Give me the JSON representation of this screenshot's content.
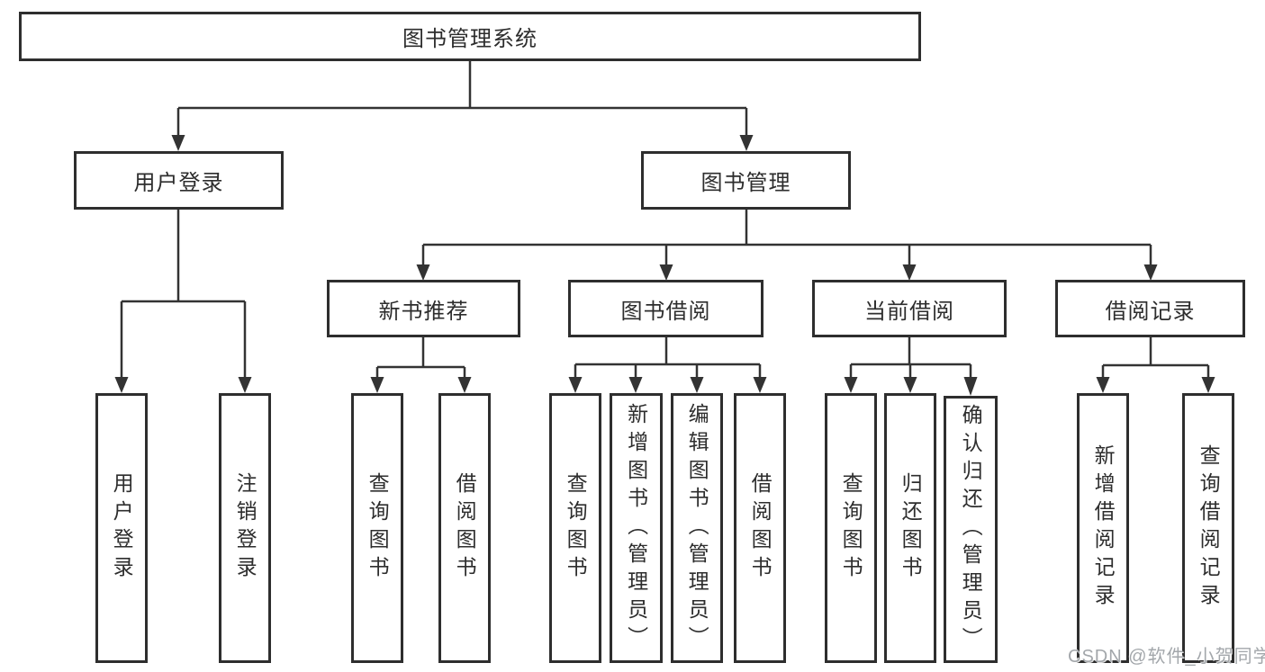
{
  "tree": {
    "label": "图书管理系统",
    "children": [
      {
        "label": "用户登录",
        "children": [
          {
            "label": "用户登录"
          },
          {
            "label": "注销登录"
          }
        ]
      },
      {
        "label": "图书管理",
        "children": [
          {
            "label": "新书推荐",
            "children": [
              {
                "label": "查询图书"
              },
              {
                "label": "借阅图书"
              }
            ]
          },
          {
            "label": "图书借阅",
            "children": [
              {
                "label": "查询图书"
              },
              {
                "label": "新增图书（管理员）"
              },
              {
                "label": "编辑图书（管理员）"
              },
              {
                "label": "借阅图书"
              }
            ]
          },
          {
            "label": "当前借阅",
            "children": [
              {
                "label": "查询图书"
              },
              {
                "label": "归还图书"
              },
              {
                "label": "确认归还（管理员）"
              }
            ]
          },
          {
            "label": "借阅记录",
            "children": [
              {
                "label": "新增借阅记录"
              },
              {
                "label": "查询借阅记录"
              }
            ]
          }
        ]
      }
    ]
  },
  "watermark": {
    "text": "CSDN @软件_小贺同学"
  },
  "colors": {
    "line": "#333333",
    "box_border": "#2e2e2e",
    "text": "#2d2d2d",
    "watermark": "#a3a7ab",
    "background": "#ffffff"
  }
}
